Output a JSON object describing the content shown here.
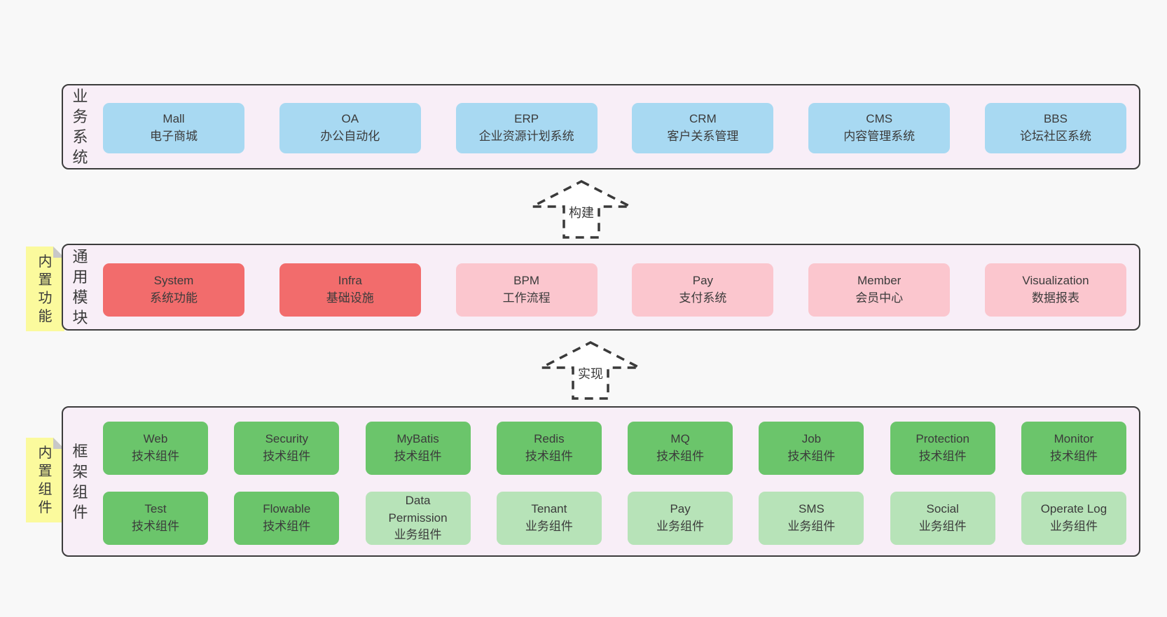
{
  "layer1": {
    "label": "业务系统",
    "boxes": [
      {
        "en": "Mall",
        "zh": "电子商城"
      },
      {
        "en": "OA",
        "zh": "办公自动化"
      },
      {
        "en": "ERP",
        "zh": "企业资源计划系统"
      },
      {
        "en": "CRM",
        "zh": "客户关系管理"
      },
      {
        "en": "CMS",
        "zh": "内容管理系统"
      },
      {
        "en": "BBS",
        "zh": "论坛社区系统"
      }
    ]
  },
  "layer2": {
    "label": "通用模块",
    "sticky": "内置功能",
    "boxes": [
      {
        "en": "System",
        "zh": "系统功能"
      },
      {
        "en": "Infra",
        "zh": "基础设施"
      },
      {
        "en": "BPM",
        "zh": "工作流程"
      },
      {
        "en": "Pay",
        "zh": "支付系统"
      },
      {
        "en": "Member",
        "zh": "会员中心"
      },
      {
        "en": "Visualization",
        "zh": "数据报表"
      }
    ]
  },
  "layer3": {
    "label": "框架组件",
    "sticky": "内置组件",
    "row1": [
      {
        "en": "Web",
        "zh": "技术组件"
      },
      {
        "en": "Security",
        "zh": "技术组件"
      },
      {
        "en": "MyBatis",
        "zh": "技术组件"
      },
      {
        "en": "Redis",
        "zh": "技术组件"
      },
      {
        "en": "MQ",
        "zh": "技术组件"
      },
      {
        "en": "Job",
        "zh": "技术组件"
      },
      {
        "en": "Protection",
        "zh": "技术组件"
      },
      {
        "en": "Monitor",
        "zh": "技术组件"
      }
    ],
    "row2": [
      {
        "en": "Test",
        "zh": "技术组件"
      },
      {
        "en": "Flowable",
        "zh": "技术组件"
      },
      {
        "en": "Data Permission",
        "zh": "业务组件"
      },
      {
        "en": "Tenant",
        "zh": "业务组件"
      },
      {
        "en": "Pay",
        "zh": "业务组件"
      },
      {
        "en": "SMS",
        "zh": "业务组件"
      },
      {
        "en": "Social",
        "zh": "业务组件"
      },
      {
        "en": "Operate Log",
        "zh": "业务组件"
      }
    ]
  },
  "arrows": {
    "build": "构建",
    "implement": "实现"
  },
  "colors": {
    "page_bg": "#f8f8f8",
    "layer_bg": "#f8eef7",
    "layer_border": "#3c3c3c",
    "business_box": "#a8d9f2",
    "core_module_box": "#f26c6c",
    "optional_module_box": "#fbc6ce",
    "tech_component_box": "#6bc56b",
    "biz_component_box": "#b7e3b8",
    "sticky_note": "#fbfa9d",
    "sticky_fold": "#c8c8c8"
  }
}
